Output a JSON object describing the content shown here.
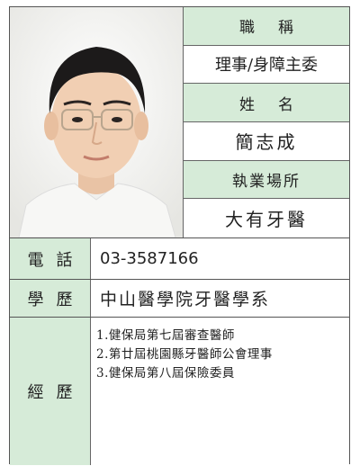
{
  "profile": {
    "title_label": "職稱",
    "title_value": "理事/身障主委",
    "name_label": "姓名",
    "name_value": "簡志成",
    "clinic_label": "執業場所",
    "clinic_value": "大有牙醫"
  },
  "phone": {
    "label": "電話",
    "value": "03-3587166"
  },
  "education": {
    "label": "學歷",
    "value": "中山醫學院牙醫學系"
  },
  "experience": {
    "label": "經歷",
    "items": [
      "1.健保局第七屆審查醫師",
      "2.第廿屆桃園縣牙醫師公會理事",
      "3.健保局第八屆保險委員"
    ]
  },
  "colors": {
    "label_bg": "#d6ebd8",
    "border": "#666666"
  },
  "icons": {
    "photo": "portrait-photo"
  }
}
